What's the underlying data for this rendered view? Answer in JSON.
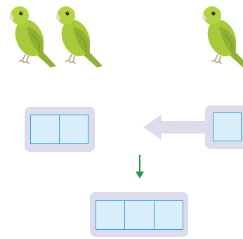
{
  "birds": {
    "icon": "parakeet-icon",
    "count_shown": 3,
    "colors": {
      "body": "#a8c93a",
      "wing": "#8fb233",
      "beak": "#f1d9c9",
      "feet": "#c9a98c"
    }
  },
  "boxes": {
    "left_cells": 2,
    "right_cells": 1,
    "bottom_cells": 3,
    "cell_fill": "#d9eefb",
    "cell_border": "#2ea6d6",
    "tray_color": "#dcdcec"
  },
  "arrows": {
    "big_arrow_color": "#dcdcec",
    "down_arrow_color": "#1a9c4a"
  }
}
